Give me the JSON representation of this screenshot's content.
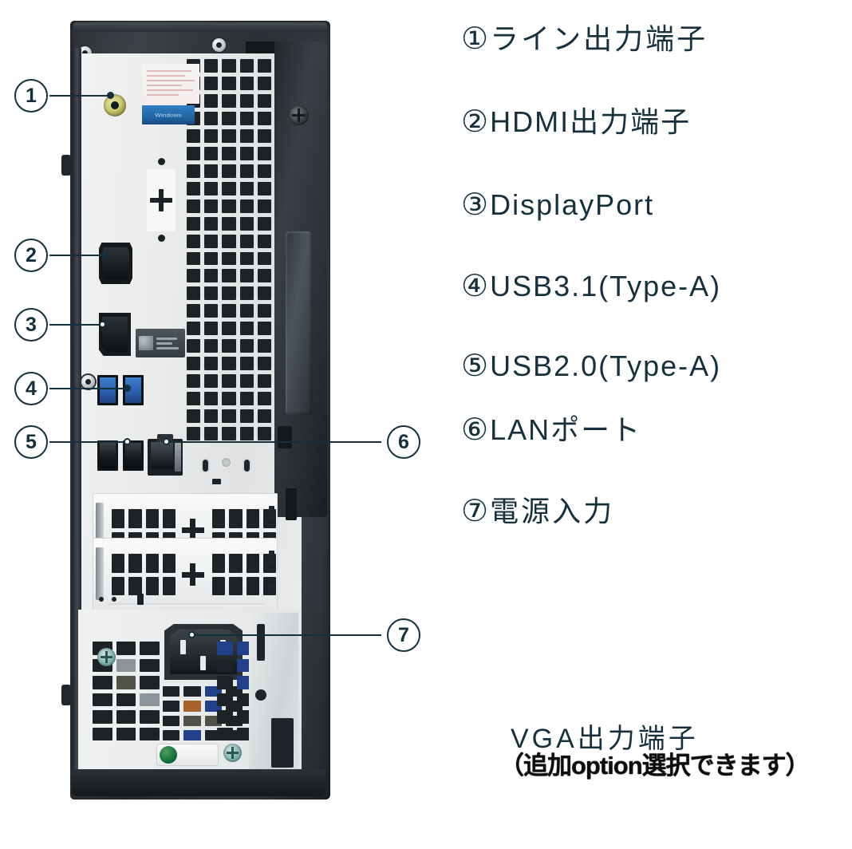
{
  "page": {
    "kind": "product-photo-annotation",
    "background": "#ffffff",
    "accent_text_color": "#16303d",
    "callout_color": "#15303d"
  },
  "photo": {
    "subject": "desktop-pc-rear-panel",
    "chassis_color": "#2e3338",
    "backplate_color": "#eceded",
    "stickers": {
      "windows_label": "Windows",
      "regulatory_label": ""
    },
    "port_colors": {
      "audio_jack": "#c8c86e",
      "usb3": "#2a5fae",
      "usb2": "#15191d",
      "psu_test_button": "#12703a"
    },
    "callouts": [
      {
        "id": "1",
        "label": "1"
      },
      {
        "id": "2",
        "label": "2"
      },
      {
        "id": "3",
        "label": "3"
      },
      {
        "id": "4",
        "label": "4"
      },
      {
        "id": "5",
        "label": "5"
      },
      {
        "id": "6",
        "label": "6"
      },
      {
        "id": "7",
        "label": "7"
      }
    ]
  },
  "legend": {
    "items": [
      {
        "num": "①",
        "label": "ライン出力端子"
      },
      {
        "num": "②",
        "label": "HDMI出力端子"
      },
      {
        "num": "③",
        "label": "DisplayPort"
      },
      {
        "num": "④",
        "label": "USB3.1(Type-A)"
      },
      {
        "num": "⑤",
        "label": "USB2.0(Type-A)"
      },
      {
        "num": "⑥",
        "label": "LANポート"
      },
      {
        "num": "⑦",
        "label": "電源入力"
      }
    ]
  },
  "vga_note": {
    "title": "VGA出力端子",
    "subtitle": "（追加option選択できます）"
  }
}
